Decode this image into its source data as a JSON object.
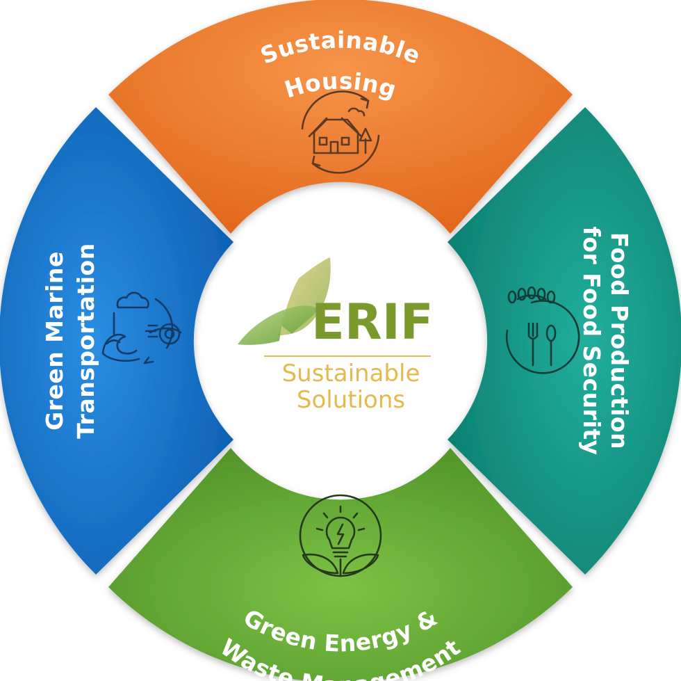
{
  "brand": {
    "name": "ERIF",
    "tagline_line1": "Sustainable",
    "tagline_line2": "Solutions",
    "name_color": "#7a9a2e",
    "tagline_color": "#e4b94e"
  },
  "segments": [
    {
      "id": "housing",
      "line1": "Sustainable",
      "line2": "Housing",
      "color": "#f07f2c",
      "color_dark": "#d9661b",
      "icon": "house-recycle-icon",
      "icon_color": "#5a3a22"
    },
    {
      "id": "food",
      "line1": "Food Production",
      "line2": "for Food Security",
      "color": "#1ca08f",
      "color_dark": "#0d7d70",
      "icon": "wheat-cutlery-icon",
      "icon_color": "#0e3b35"
    },
    {
      "id": "energy",
      "line1": "Green Energy &",
      "line2": "Waste Management",
      "color": "#6fb43b",
      "color_dark": "#52932a",
      "icon": "lightbulb-plant-icon",
      "icon_color": "#23391a"
    },
    {
      "id": "marine",
      "line1": "Green Marine",
      "line2": "Transportation",
      "color": "#1a7cd3",
      "color_dark": "#0f5fae",
      "icon": "wave-ship-icon",
      "icon_color": "#113a66"
    }
  ]
}
